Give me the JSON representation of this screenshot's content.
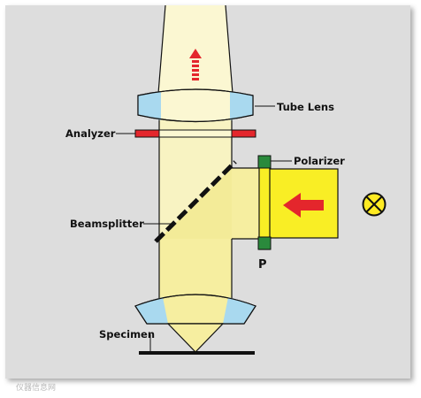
{
  "labels": {
    "tube_lens": "Tube Lens",
    "analyzer": "Analyzer",
    "polarizer": "Polarizer",
    "beamsplitter": "Beamsplitter",
    "p": "P",
    "specimen": "Specimen"
  },
  "watermark": "仪器信息网",
  "colors": {
    "panel": "#dddddd",
    "beam_light": "#fbf7d2",
    "beam_mid": "#f7f2b0",
    "beam_bright": "#f9ee25",
    "lens": "#a9d9ef",
    "analyzer": "#e4262c",
    "polarizer": "#2a8a3c",
    "arrow": "#e4262c",
    "lamp": "#ffeb22"
  },
  "icons": {
    "lamp": "lamp-x-circle-icon",
    "up_arrow": "dashed-up-arrow-icon",
    "left_arrow": "left-arrow-icon"
  }
}
